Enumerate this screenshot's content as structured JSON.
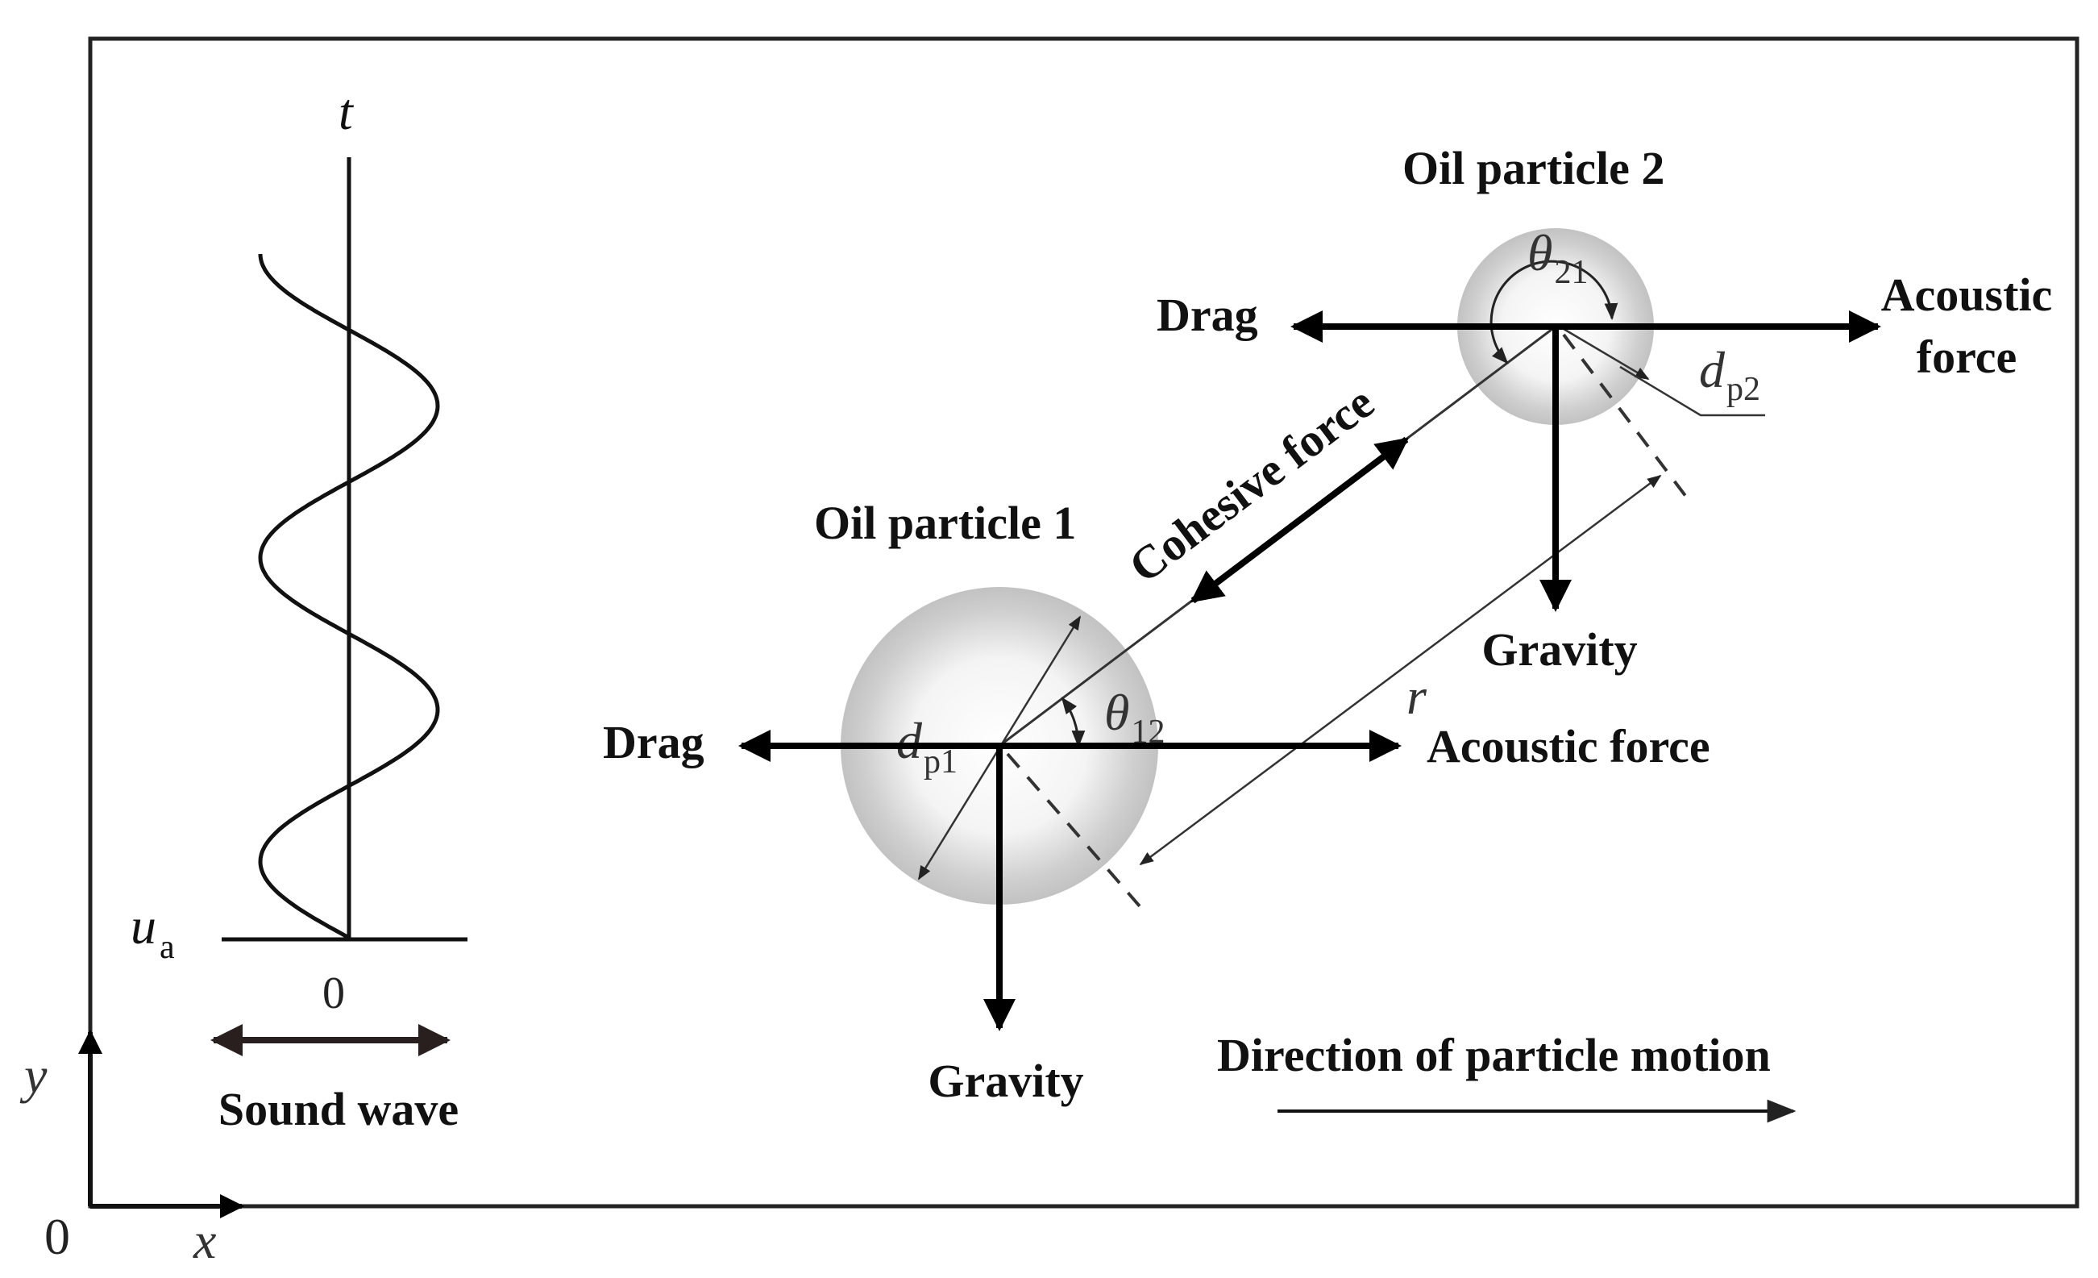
{
  "labels": {
    "oil_particle_1": "Oil particle 1",
    "oil_particle_2": "Oil particle 2",
    "drag_1": "Drag",
    "drag_2": "Drag",
    "acoustic_force_1": "Acoustic force",
    "acoustic_force_2_line1": "Acoustic",
    "acoustic_force_2_line2": "force",
    "gravity_1": "Gravity",
    "gravity_2": "Gravity",
    "cohesive_force": "Cohesive force",
    "direction_of_motion": "Direction of particle motion",
    "sound_wave": "Sound wave"
  },
  "math": {
    "t_axis": "t",
    "ua_main": "u",
    "ua_sub": "a",
    "zero_wave": "0",
    "theta12_main": "θ",
    "theta12_sub": "12",
    "theta21_main": "θ",
    "theta21_sub": "21",
    "dp1_main": "d",
    "dp1_sub": "p1",
    "dp2_main": "d",
    "dp2_sub": "p2",
    "r": "r",
    "y_axis": "y",
    "x_axis": "x",
    "origin": "0"
  }
}
